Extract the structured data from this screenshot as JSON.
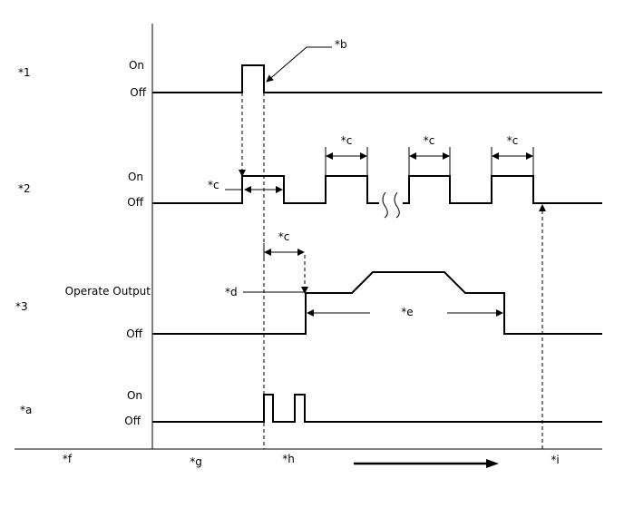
{
  "signals": {
    "s1": {
      "id": "*1",
      "high": "On",
      "low": "Off"
    },
    "s2": {
      "id": "*2",
      "high": "On",
      "low": "Off"
    },
    "s3": {
      "id": "*3",
      "high": "Operate Output",
      "low": "Off"
    },
    "sa": {
      "id": "*a",
      "high": "On",
      "low": "Off"
    }
  },
  "callouts": {
    "b": "*b",
    "c1": "*c",
    "c2": "*c",
    "c3": "*c",
    "c4": "*c",
    "c5": "*c",
    "d": "*d",
    "e": "*e"
  },
  "axis": {
    "f": "*f",
    "g": "*g",
    "h": "*h",
    "i": "*i"
  },
  "colors": {
    "line": "#000000",
    "background": "#ffffff"
  }
}
